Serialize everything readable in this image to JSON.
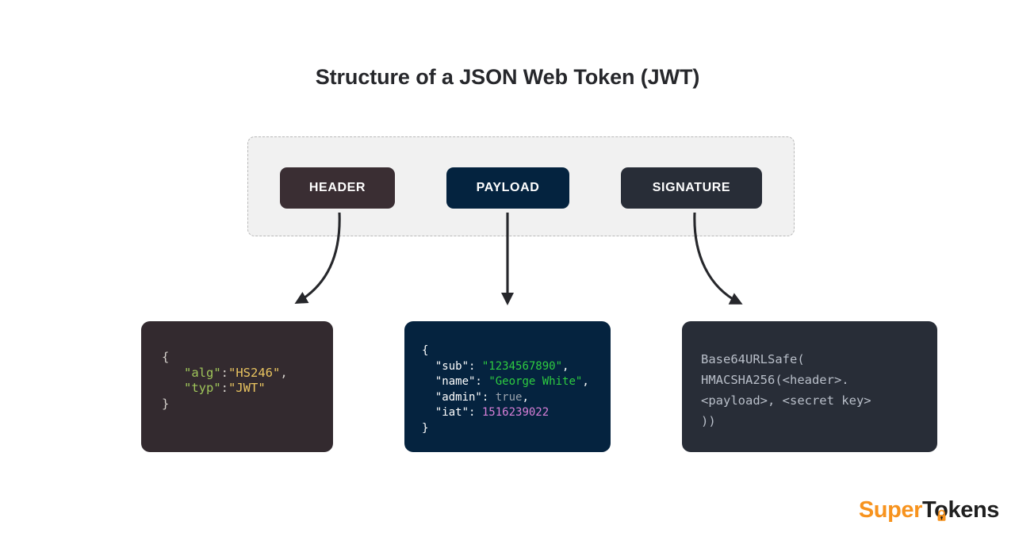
{
  "page": {
    "title": "Structure of a JSON Web Token (JWT)",
    "background_color": "#ffffff"
  },
  "token_parts": {
    "container_style": "dashed",
    "items": [
      {
        "label": "HEADER",
        "color": "#3a2e33"
      },
      {
        "label": "PAYLOAD",
        "color": "#04233f"
      },
      {
        "label": "SIGNATURE",
        "color": "#282d37"
      }
    ]
  },
  "arrows": [
    {
      "from": "HEADER",
      "to": "header-code",
      "shape": "curve-left"
    },
    {
      "from": "PAYLOAD",
      "to": "payload-code",
      "shape": "straight"
    },
    {
      "from": "SIGNATURE",
      "to": "signature-code",
      "shape": "curve-right"
    }
  ],
  "code_blocks": {
    "header": {
      "background_color": "#332a2f",
      "lines": {
        "l1": "{",
        "l2_key": "\"alg\"",
        "l2_colon": ":",
        "l2_val": "\"HS246\"",
        "l2_comma": ",",
        "l3_key": "\"typ\"",
        "l3_colon": ":",
        "l3_val": "\"JWT\"",
        "l4": "}"
      }
    },
    "payload": {
      "background_color": "#05233f",
      "lines": {
        "l1": "{",
        "l2_key": "\"sub\":",
        "l2_val": "\"1234567890\"",
        "l2_comma": ",",
        "l3_key": "\"name\":",
        "l3_val": "\"George White\"",
        "l3_comma": ",",
        "l4_key": "\"admin\":",
        "l4_val": "true",
        "l4_comma": ",",
        "l5_key": "\"iat\":",
        "l5_val": "1516239022",
        "l6": "}"
      }
    },
    "signature": {
      "background_color": "#282d37",
      "lines": {
        "l1": "Base64URLSafe(",
        "l2": "HMACSHA256(<header>.",
        "l3": "<payload>, <secret key>",
        "l4": "))"
      }
    }
  },
  "logo": {
    "part1": "Super",
    "part2": "Tokens",
    "part1_color": "#f7931e",
    "part2_color": "#1f1f1f",
    "icon": "lock-icon"
  }
}
